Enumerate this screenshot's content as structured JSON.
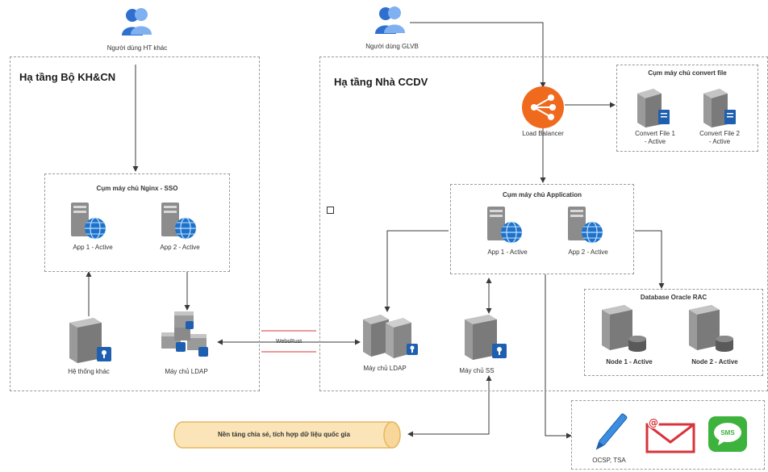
{
  "users": {
    "other_user": "Người dùng HT khác",
    "glvb_user": "Người dùng GLVB"
  },
  "left_zone": {
    "title": "Hạ tầng Bộ KH&CN",
    "nginx_cluster": {
      "title": "Cụm máy chủ Nginx - SSO",
      "apps": [
        "App 1 - Active",
        "App 2 - Active"
      ]
    },
    "other_system": "Hệ thống khác",
    "ldap_server": "Máy chủ LDAP"
  },
  "right_zone": {
    "title": "Hạ tầng Nhà CCDV",
    "load_balancer": "Load Balancer",
    "convert_cluster": {
      "title": "Cụm máy chủ convert file",
      "nodes": [
        "Convert File 1\n- Active",
        "Convert File 2\n- Active"
      ]
    },
    "app_cluster": {
      "title": "Cụm máy chủ Application",
      "apps": [
        "App 1 - Active",
        "App 2 - Active"
      ]
    },
    "db_cluster": {
      "title": "Database Oracle RAC",
      "nodes": [
        "Node 1 - Active",
        "Node 2 - Active"
      ]
    },
    "ldap_server": "Máy chủ LDAP",
    "ss_server": "Máy chủ SS"
  },
  "link_label": "WebsRust",
  "platform": "Nền tảng chia sẻ, tích hợp dữ liệu quốc gia",
  "services": {
    "ocsp": "OCSP, TSA",
    "sms": "SMS"
  },
  "colors": {
    "arrow": "#3a3a3a",
    "load_balancer": "#f06a1e",
    "globe": "#1f72c9",
    "server": "#8c8c8c",
    "pill_fill": "#fbe5b8",
    "pill_stroke": "#e6b760",
    "sms_green": "#3db23d",
    "mail_red": "#d9333b",
    "link_red": "#d9333b"
  }
}
